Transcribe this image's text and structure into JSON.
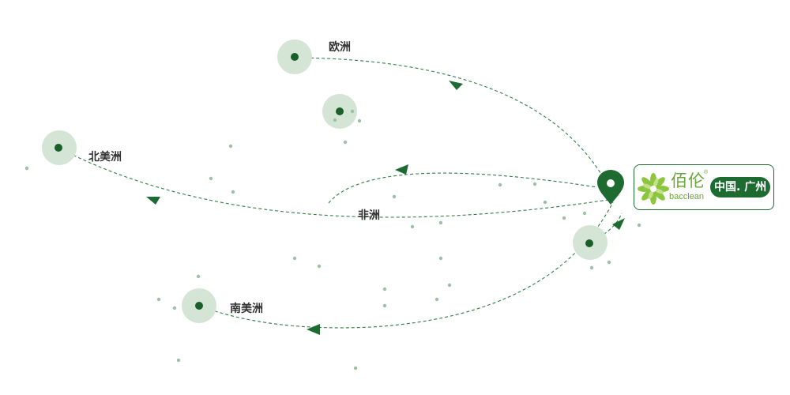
{
  "regions": {
    "europe": "欧洲",
    "north_america": "北美洲",
    "africa": "非洲",
    "south_america": "南美洲"
  },
  "origin": {
    "brand_cn": "佰伦",
    "brand_en": "bacclean",
    "brand_mark": "®",
    "location": "中国. 广州"
  },
  "colors": {
    "route": "#2f7d45",
    "node": "#1a5f2a",
    "halo": "#d4e5d5",
    "scatter_dot": "#9dbfa6",
    "badge": "#1e6b32",
    "brand": "#6aa73a"
  },
  "icons": {
    "origin_pin": "map-pin-icon",
    "brand_logo": "flower-logo-icon",
    "route_arrow": "arrow-head-icon"
  }
}
